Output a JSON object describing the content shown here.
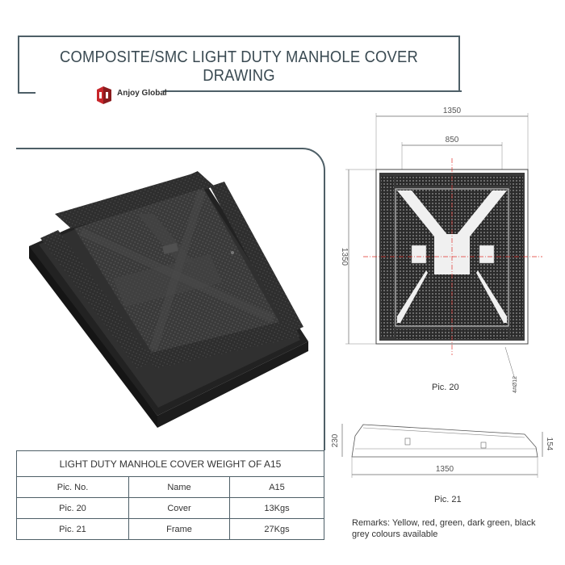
{
  "title": "COMPOSITE/SMC LIGHT DUTY MANHOLE COVER DRAWING",
  "logo_text": "Anjoy Global",
  "table": {
    "caption": "LIGHT DUTY MANHOLE COVER WEIGHT OF A15",
    "rows": [
      [
        "Pic. No.",
        "Name",
        "A15"
      ],
      [
        "Pic. 20",
        "Cover",
        "13Kgs"
      ],
      [
        "Pic. 21",
        "Frame",
        "27Kgs"
      ]
    ]
  },
  "top_view": {
    "overall_width": "1350",
    "opening_width": "850",
    "overall_height": "1350",
    "hole_note": "4#Ø12",
    "label": "Pic. 20"
  },
  "side_view": {
    "height_left": "230",
    "height_right": "154",
    "width": "1350",
    "label": "Pic. 21"
  },
  "remarks": "Remarks: Yellow, red, green, dark green, black grey colours available",
  "colors": {
    "frame_line": "#4e5f67",
    "center_line": "#e0302a",
    "cover": "#2b2b2b"
  }
}
